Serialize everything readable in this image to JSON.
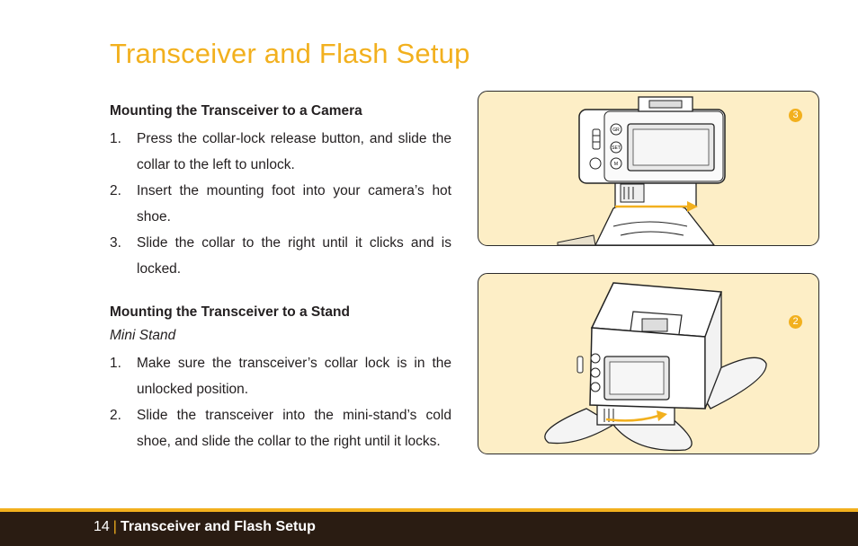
{
  "title": "Transceiver and Flash Setup",
  "section1": {
    "heading": "Mounting the Transceiver to a Camera",
    "steps": [
      {
        "num": "1.",
        "text": "Press the collar-lock release button, and slide the collar to the left to unlock."
      },
      {
        "num": "2.",
        "text": "Insert the mounting foot into your camera’s hot shoe."
      },
      {
        "num": "3.",
        "text": "Slide the collar to the right until it clicks and is locked."
      }
    ]
  },
  "section2": {
    "heading": "Mounting the Transceiver to a Stand",
    "subheading": "Mini Stand",
    "steps": [
      {
        "num": "1.",
        "text": "Make sure the transceiver’s collar lock is in the unlocked position."
      },
      {
        "num": "2.",
        "text": "Slide the transceiver into the mini-stand’s cold shoe, and slide the collar to the right until it locks."
      }
    ]
  },
  "figures": {
    "top_badge": "3",
    "bottom_badge": "2",
    "device_buttons": [
      "GR",
      "SET",
      "M"
    ]
  },
  "footer": {
    "page_number": "14",
    "separator": "|",
    "title": "Transceiver and Flash Setup"
  },
  "colors": {
    "accent": "#f2b01e",
    "panel_bg": "#fdeec6",
    "footer_bg": "#2a1c12"
  }
}
